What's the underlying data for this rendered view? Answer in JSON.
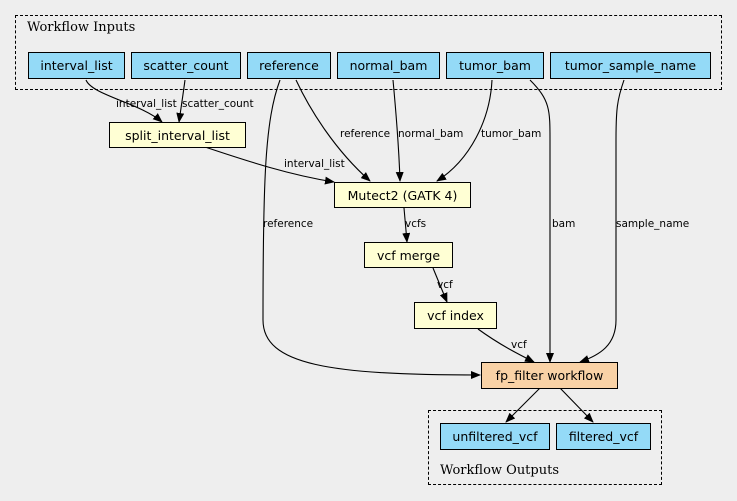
{
  "clusters": {
    "inputs_title": "Workflow Inputs",
    "outputs_title": "Workflow Outputs"
  },
  "inputs": {
    "interval_list": "interval_list",
    "scatter_count": "scatter_count",
    "reference": "reference",
    "normal_bam": "normal_bam",
    "tumor_bam": "tumor_bam",
    "tumor_sample_name": "tumor_sample_name"
  },
  "tasks": {
    "split_interval_list": "split_interval_list",
    "mutect2": "Mutect2 (GATK 4)",
    "vcf_merge": "vcf merge",
    "vcf_index": "vcf index",
    "fp_filter": "fp_filter workflow"
  },
  "outputs": {
    "unfiltered_vcf": "unfiltered_vcf",
    "filtered_vcf": "filtered_vcf"
  },
  "edge_labels": {
    "interval_list": "interval_list",
    "scatter_count": "scatter_count",
    "split_to_mutect": "interval_list",
    "reference_to_mutect": "reference",
    "normal_bam": "normal_bam",
    "tumor_bam": "tumor_bam",
    "reference_to_fp": "reference",
    "bam": "bam",
    "sample_name": "sample_name",
    "vcfs": "vcfs",
    "vcf_merge_out": "vcf",
    "vcf_index_out": "vcf"
  },
  "colors": {
    "input_fill": "#94daf7",
    "task_fill": "#ffffd4",
    "workflow_fill": "#f9d2a6",
    "background": "#eeeeee"
  }
}
